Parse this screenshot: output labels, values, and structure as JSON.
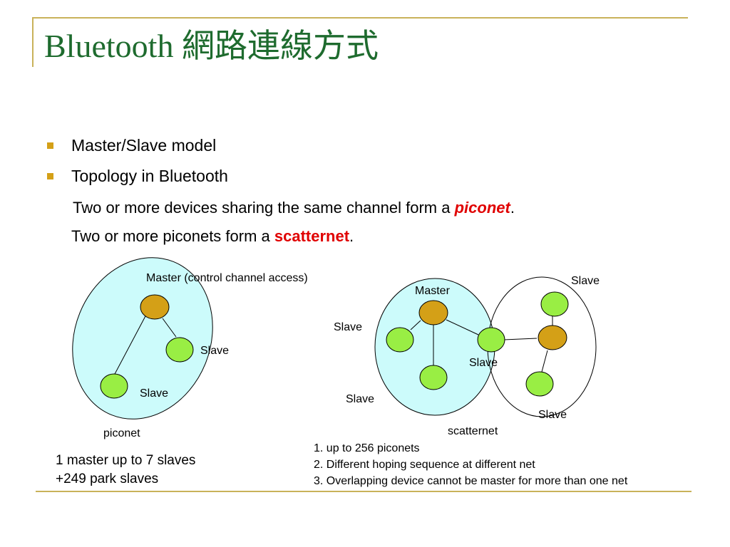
{
  "title": "Bluetooth 網路連線方式",
  "bullets": [
    "Master/Slave model",
    "Topology in Bluetooth"
  ],
  "sub_lines": {
    "line1_prefix": "Two or more devices sharing the same channel form a ",
    "line1_emphasis": "piconet",
    "line1_suffix": ".",
    "line2_prefix": "Two or more piconets form a ",
    "line2_emphasis": "scatternet",
    "line2_suffix": "."
  },
  "piconet": {
    "master_label": "Master (control channel access)",
    "slave_label_a": "Slave",
    "slave_label_b": "Slave",
    "caption": "piconet",
    "note_line1": "1 master up to 7 slaves",
    "note_line2": "+249 park slaves"
  },
  "scatternet": {
    "master_label": "Master",
    "slave_label_left": "Slave",
    "slave_label_shared": "Slave",
    "slave_label_bottom": "Slave",
    "slave_label_top_right": "Slave",
    "slave_label_bottom_right": "Slave",
    "caption": "scatternet",
    "points": [
      "1. up to 256 piconets",
      "2. Different hoping sequence at different net",
      "3. Overlapping device cannot be master for more than one net"
    ]
  },
  "colors": {
    "title": "#1e6b2e",
    "frame": "#c9b25a",
    "bullet": "#d4a017",
    "highlight": "#e00000",
    "master_node": "#d4a017",
    "slave_node": "#99ee44",
    "cluster_fill": "#ccfbfb"
  }
}
